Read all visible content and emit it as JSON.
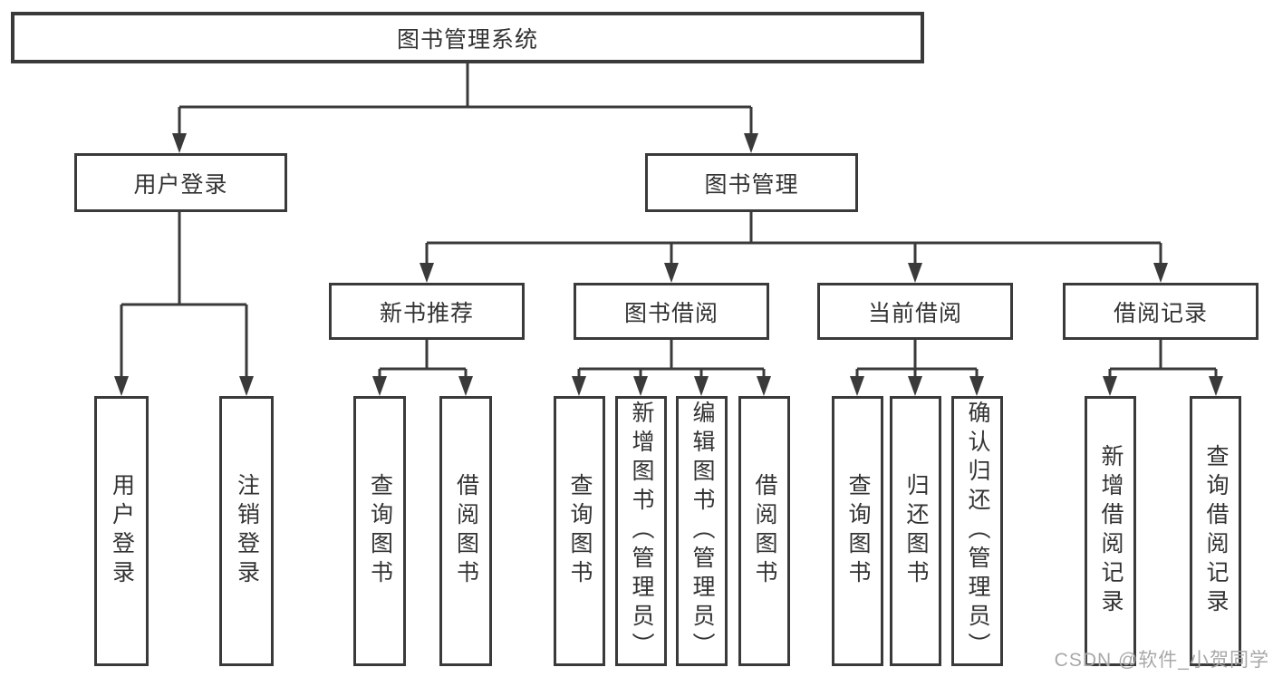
{
  "title": "图书管理系统",
  "nodes": {
    "user_login": "用户登录",
    "book_mgmt": "图书管理",
    "new_books": "新书推荐",
    "book_borrow": "图书借阅",
    "current_borrow": "当前借阅",
    "borrow_records": "借阅记录"
  },
  "leaves": {
    "user_login": [
      "用户登录",
      "注销登录"
    ],
    "new_books": [
      "查询图书",
      "借阅图书"
    ],
    "book_borrow": [
      "查询图书",
      "新增图书（管理员）",
      "编辑图书（管理员）",
      "借阅图书"
    ],
    "current_borrow": [
      "查询图书",
      "归还图书",
      "确认归还（管理员）"
    ],
    "borrow_records": [
      "新增借阅记录",
      "查询借阅记录"
    ]
  },
  "watermark": "CSDN @软件_小贺同学",
  "colors": {
    "line": "#3a3a3a",
    "text": "#333333",
    "watermark": "#a8a8a8",
    "background": "#ffffff"
  }
}
